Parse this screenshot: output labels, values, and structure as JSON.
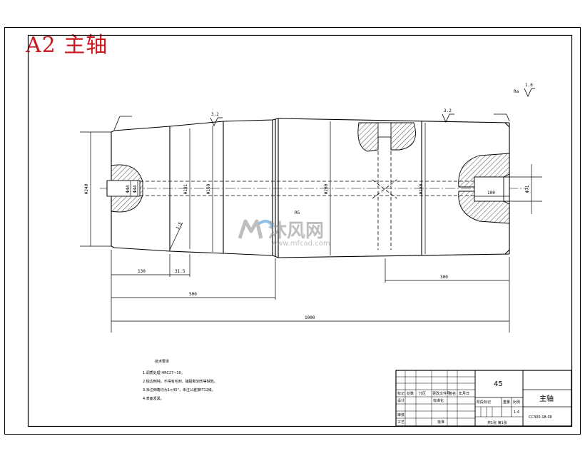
{
  "sheet": {
    "title": "A2 主轴"
  },
  "surface_marks": {
    "top_right": "Ra",
    "marks": [
      "3.2",
      "3.2",
      "1.6"
    ]
  },
  "dimensions": {
    "diam_left_outer": "Φ240",
    "bore_left_a": "Φ44",
    "bore_left_b": "Φ44",
    "diam_step_1": "Φ181",
    "diam_step_2": "Φ160",
    "diam_mid": "Φ200",
    "diam_right_body": "Φ150",
    "bore_right": "Φ71",
    "taper": "1:5",
    "radius": "R5",
    "len_1": "130",
    "len_2": "31.5",
    "len_3": "500",
    "len_total": "1000",
    "len_right": "300",
    "len_bore_right": "100"
  },
  "notes": {
    "heading": "技术要求",
    "items": [
      "1.调质处理 HRC27~30。",
      "2.锐边倒钝，不得有毛刺、磕碰和划伤等缺陷。",
      "3.未注倒角均为1×45°，未注公差按IT12级。",
      "4.表面发黑。"
    ]
  },
  "title_block": {
    "material": "45",
    "part_name": "主轴",
    "drawing_no": "CC300-18-00",
    "scale": "1:4",
    "sheet_info": "共1张 第1张",
    "row_labels": [
      "标记",
      "处数",
      "分区",
      "更改文件号",
      "签名",
      "年月日"
    ],
    "role_labels": [
      "设计",
      "审核",
      "工艺"
    ],
    "std_label": "标准化",
    "approve_label": "批准",
    "stage_label": "阶段标记",
    "weight_label": "重量",
    "scale_label": "比例"
  },
  "watermark": {
    "brand": "沐风网",
    "url": "www.mfcad.com"
  }
}
